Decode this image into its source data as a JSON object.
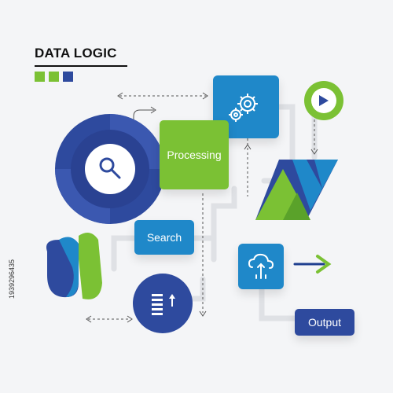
{
  "title": "DATA LOGIC",
  "colors": {
    "green": "#7bc134",
    "blue": "#1f88c9",
    "navy": "#2e4a9e",
    "light_gray": "#e1e3e6"
  },
  "title_swatches": [
    "#7bc134",
    "#7bc134",
    "#2e4a9e"
  ],
  "boxes": {
    "processing": "Processing",
    "search": "Search",
    "output": "Output"
  },
  "icons": {
    "magnifier": "search-icon",
    "gears": "gears-icon",
    "play": "play-icon",
    "document_upload": "document-upload-icon",
    "cloud_transfer": "cloud-transfer-icon",
    "arrow": "arrow-right-icon"
  },
  "watermark": "1939296435"
}
